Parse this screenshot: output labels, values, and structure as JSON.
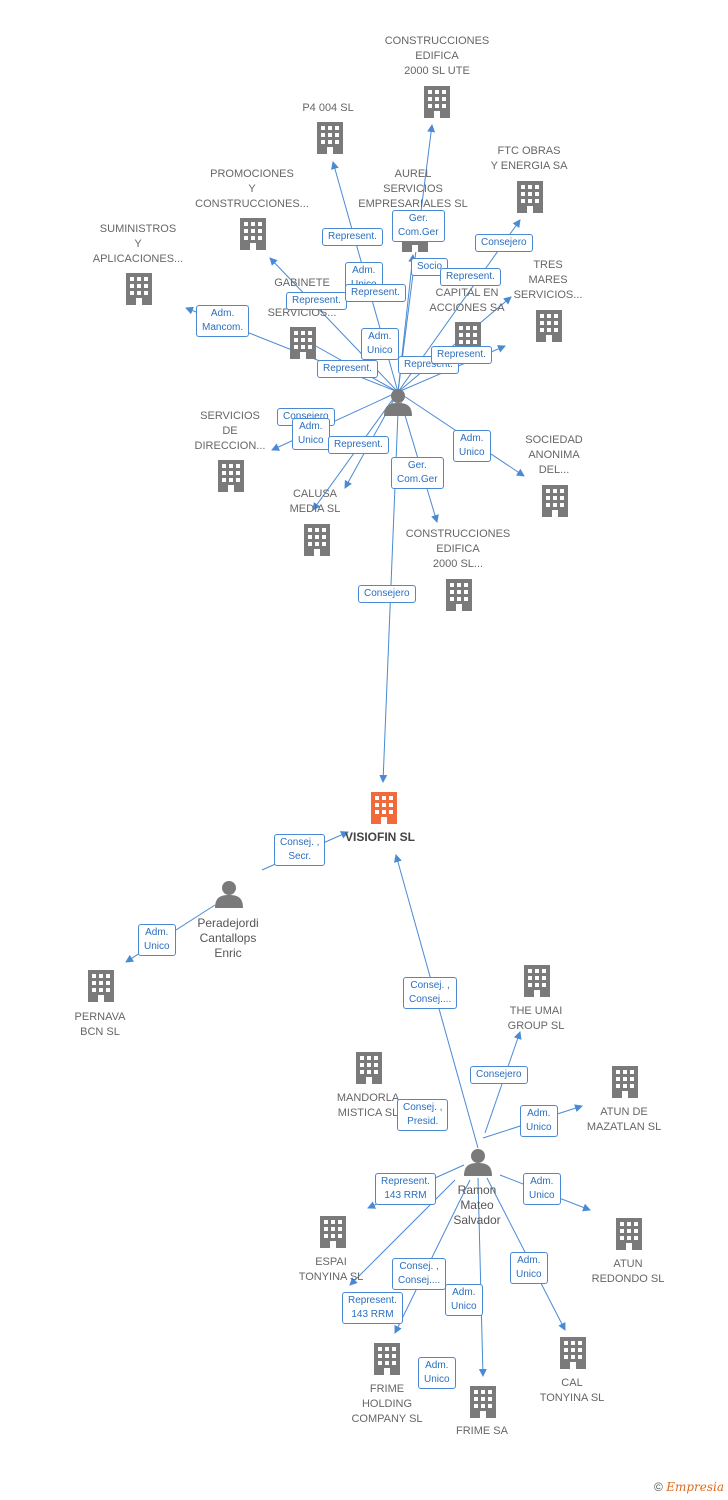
{
  "center": {
    "name": "VISIOFIN SL"
  },
  "persons": [
    {
      "id": "p1",
      "name": "Peradejordi\nCantallops\nEnric"
    },
    {
      "id": "p2",
      "name": "Ramon\nMateo\nSalvador"
    },
    {
      "id": "p3",
      "name": ""
    }
  ],
  "companies": [
    {
      "id": "c1",
      "name": "CONSTRUCCIONES\nEDIFICA\n2000 SL UTE"
    },
    {
      "id": "c2",
      "name": "P4 004 SL"
    },
    {
      "id": "c3",
      "name": "FTC OBRAS\nY ENERGIA SA"
    },
    {
      "id": "c4",
      "name": "PROMOCIONES\nY\nCONSTRUCCIONES..."
    },
    {
      "id": "c5",
      "name": "AUREL\nSERVICIOS\nEMPRESARIALES SL"
    },
    {
      "id": "c6",
      "name": "SUMINISTROS\nY\nAPLICACIONES..."
    },
    {
      "id": "c7",
      "name": "TRES\nMARES\nSERVICIOS..."
    },
    {
      "id": "c8",
      "name": "GABINETE\nJU...\nSERVICIOS..."
    },
    {
      "id": "c9",
      "name": "CAPITAL EN\nACCIONES SA"
    },
    {
      "id": "c10",
      "name": "SERVICIOS\nDE\nDIRECCION..."
    },
    {
      "id": "c11",
      "name": "SOCIEDAD\nANONIMA\nDEL..."
    },
    {
      "id": "c12",
      "name": "CALUSA\nMEDIA SL"
    },
    {
      "id": "c13",
      "name": "CONSTRUCCIONES\nEDIFICA\n2000 SL..."
    },
    {
      "id": "c14",
      "name": "PERNAVA\nBCN SL"
    },
    {
      "id": "c15",
      "name": "THE UMAI\nGROUP SL"
    },
    {
      "id": "c16",
      "name": "MANDORLA\nMISTICA SL"
    },
    {
      "id": "c17",
      "name": "ATUN DE\nMAZATLAN SL"
    },
    {
      "id": "c18",
      "name": "ESPAI\nTONYINA SL"
    },
    {
      "id": "c19",
      "name": "ATUN\nREDONDO SL"
    },
    {
      "id": "c20",
      "name": "CAL\nTONYINA SL"
    },
    {
      "id": "c21",
      "name": "FRIME\nHOLDING\nCOMPANY SL"
    },
    {
      "id": "c22",
      "name": "FRIME SA"
    }
  ],
  "relations": [
    {
      "id": "r1",
      "label": "Represent."
    },
    {
      "id": "r2",
      "label": "Ger.\nCom.Ger"
    },
    {
      "id": "r3",
      "label": "Consejero"
    },
    {
      "id": "r4",
      "label": "Adm.\nUnico"
    },
    {
      "id": "r5",
      "label": "Socio"
    },
    {
      "id": "r6",
      "label": "Represent."
    },
    {
      "id": "r7",
      "label": "Represent."
    },
    {
      "id": "r8",
      "label": "Represent."
    },
    {
      "id": "r9",
      "label": "Adm.\nMancom."
    },
    {
      "id": "r10",
      "label": "Adm.\nUnico"
    },
    {
      "id": "r11",
      "label": "Represent."
    },
    {
      "id": "r12",
      "label": "Represent."
    },
    {
      "id": "r13",
      "label": "Represent."
    },
    {
      "id": "r14",
      "label": "Consejero"
    },
    {
      "id": "r15",
      "label": "Adm.\nUnico"
    },
    {
      "id": "r16",
      "label": "Represent."
    },
    {
      "id": "r17",
      "label": "Adm.\nUnico"
    },
    {
      "id": "r18",
      "label": "Ger.\nCom.Ger"
    },
    {
      "id": "r19",
      "label": "Consejero"
    },
    {
      "id": "r20",
      "label": "Consej. ,\nSecr."
    },
    {
      "id": "r21",
      "label": "Adm.\nUnico"
    },
    {
      "id": "r22",
      "label": "Consej. ,\nConsej...."
    },
    {
      "id": "r23",
      "label": "Consejero"
    },
    {
      "id": "r24",
      "label": "Consej. ,\nPresid."
    },
    {
      "id": "r25",
      "label": "Adm.\nUnico"
    },
    {
      "id": "r26",
      "label": "Represent.\n143 RRM"
    },
    {
      "id": "r27",
      "label": "Adm.\nUnico"
    },
    {
      "id": "r28",
      "label": "Consej. ,\nConsej...."
    },
    {
      "id": "r29",
      "label": "Adm.\nUnico"
    },
    {
      "id": "r30",
      "label": "Represent.\n143 RRM"
    },
    {
      "id": "r31",
      "label": "Adm.\nUnico"
    },
    {
      "id": "r32",
      "label": "Adm.\nUnico"
    }
  ],
  "footer": {
    "copyright": "©",
    "brand": "Empresia"
  },
  "colors": {
    "edge": "#4a8ad4",
    "building": "#7a7a7a",
    "center": "#f06a3a",
    "person": "#7a7a7a"
  }
}
